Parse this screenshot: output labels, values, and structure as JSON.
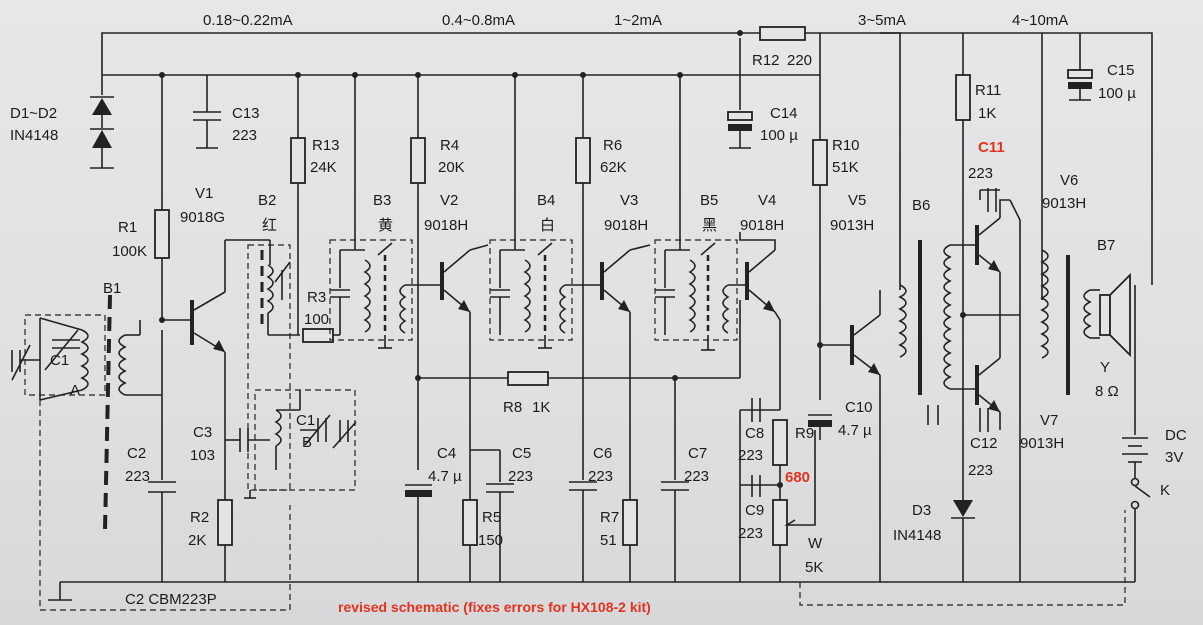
{
  "currents": [
    "0.18~0.22mA",
    "0.4~0.8mA",
    "1~2mA",
    "3~5mA",
    "4~10mA"
  ],
  "labels": {
    "d1d2": "D1~D2",
    "in4148a": "IN4148",
    "c13": "C13",
    "c13v": "223",
    "r1": "R1",
    "r1v": "100K",
    "v1": "V1",
    "v1v": "9018G",
    "b1": "B1",
    "c1a": "C1",
    "c1a_sub": "A",
    "c2": "C2",
    "c2v": "223",
    "c3": "C3",
    "c3v": "103",
    "r2": "R2",
    "r2v": "2K",
    "b2": "B2",
    "b2c": "红",
    "c1b": "C1",
    "c1b_sub": "B",
    "r13": "R13",
    "r13v": "24K",
    "r3": "R3",
    "r3v": "100",
    "b3": "B3",
    "b3c": "黄",
    "r4": "R4",
    "r4v": "20K",
    "v2": "V2",
    "v2v": "9018H",
    "c4": "C4",
    "c4v": "4.7 µ",
    "c5": "C5",
    "c5v": "223",
    "r5": "R5",
    "r5v": "150",
    "r8": "R8",
    "r8v": "1K",
    "r6": "R6",
    "r6v": "62K",
    "b4": "B4",
    "b4c": "白",
    "v3": "V3",
    "v3v": "9018H",
    "c6": "C6",
    "c6v": "223",
    "r7": "R7",
    "r7v": "51",
    "b5": "B5",
    "b5c": "黑",
    "c7": "C7",
    "c7v": "223",
    "c14": "C14",
    "c14v": "100 µ",
    "r12": "R12",
    "r12v": "220",
    "v4": "V4",
    "v4v": "9018H",
    "c8": "C8",
    "c8v": "223",
    "r9": "R9",
    "r9v": "680",
    "c9": "C9",
    "c9v": "223",
    "w": "W",
    "wv": "5K",
    "r10": "R10",
    "r10v": "51K",
    "v5": "V5",
    "v5v": "9013H",
    "c10": "C10",
    "c10v": "4.7 µ",
    "b6": "B6",
    "r11": "R11",
    "r11v": "1K",
    "c11": "C11",
    "c11v": "223",
    "c12": "C12",
    "c12v": "223",
    "d3": "D3",
    "in4148b": "IN4148",
    "c15": "C15",
    "c15v": "100 µ",
    "v6": "V6",
    "v6v": "9013H",
    "v7": "V7",
    "v7v": "9013H",
    "b7": "B7",
    "y": "Y",
    "yv": "8 Ω",
    "dc": "DC",
    "dcv": "3V",
    "k": "K",
    "c2cbm": "C2  CBM223P"
  },
  "note": "revised schematic (fixes errors for HX108-2 kit)",
  "colors": {
    "ink": "#222222",
    "paper": "#e3e4e6",
    "accent": "#e4321e"
  }
}
